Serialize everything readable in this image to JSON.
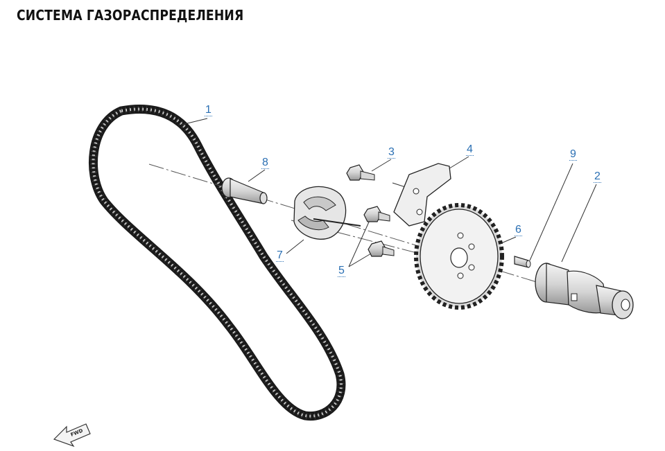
{
  "page": {
    "title": "СИСТЕМА ГАЗОРАСПРЕДЕЛЕНИЯ"
  },
  "callouts": {
    "c1": "1",
    "c2": "2",
    "c3": "3",
    "c4": "4",
    "c5": "5",
    "c6": "6",
    "c7": "7",
    "c8": "8",
    "c9": "9"
  },
  "fwd_label": "FWD",
  "colors": {
    "callout": "#2a6fb3",
    "line": "#333333",
    "chain": "#222222"
  },
  "icons": {
    "direction": "fwd-arrow-icon"
  }
}
